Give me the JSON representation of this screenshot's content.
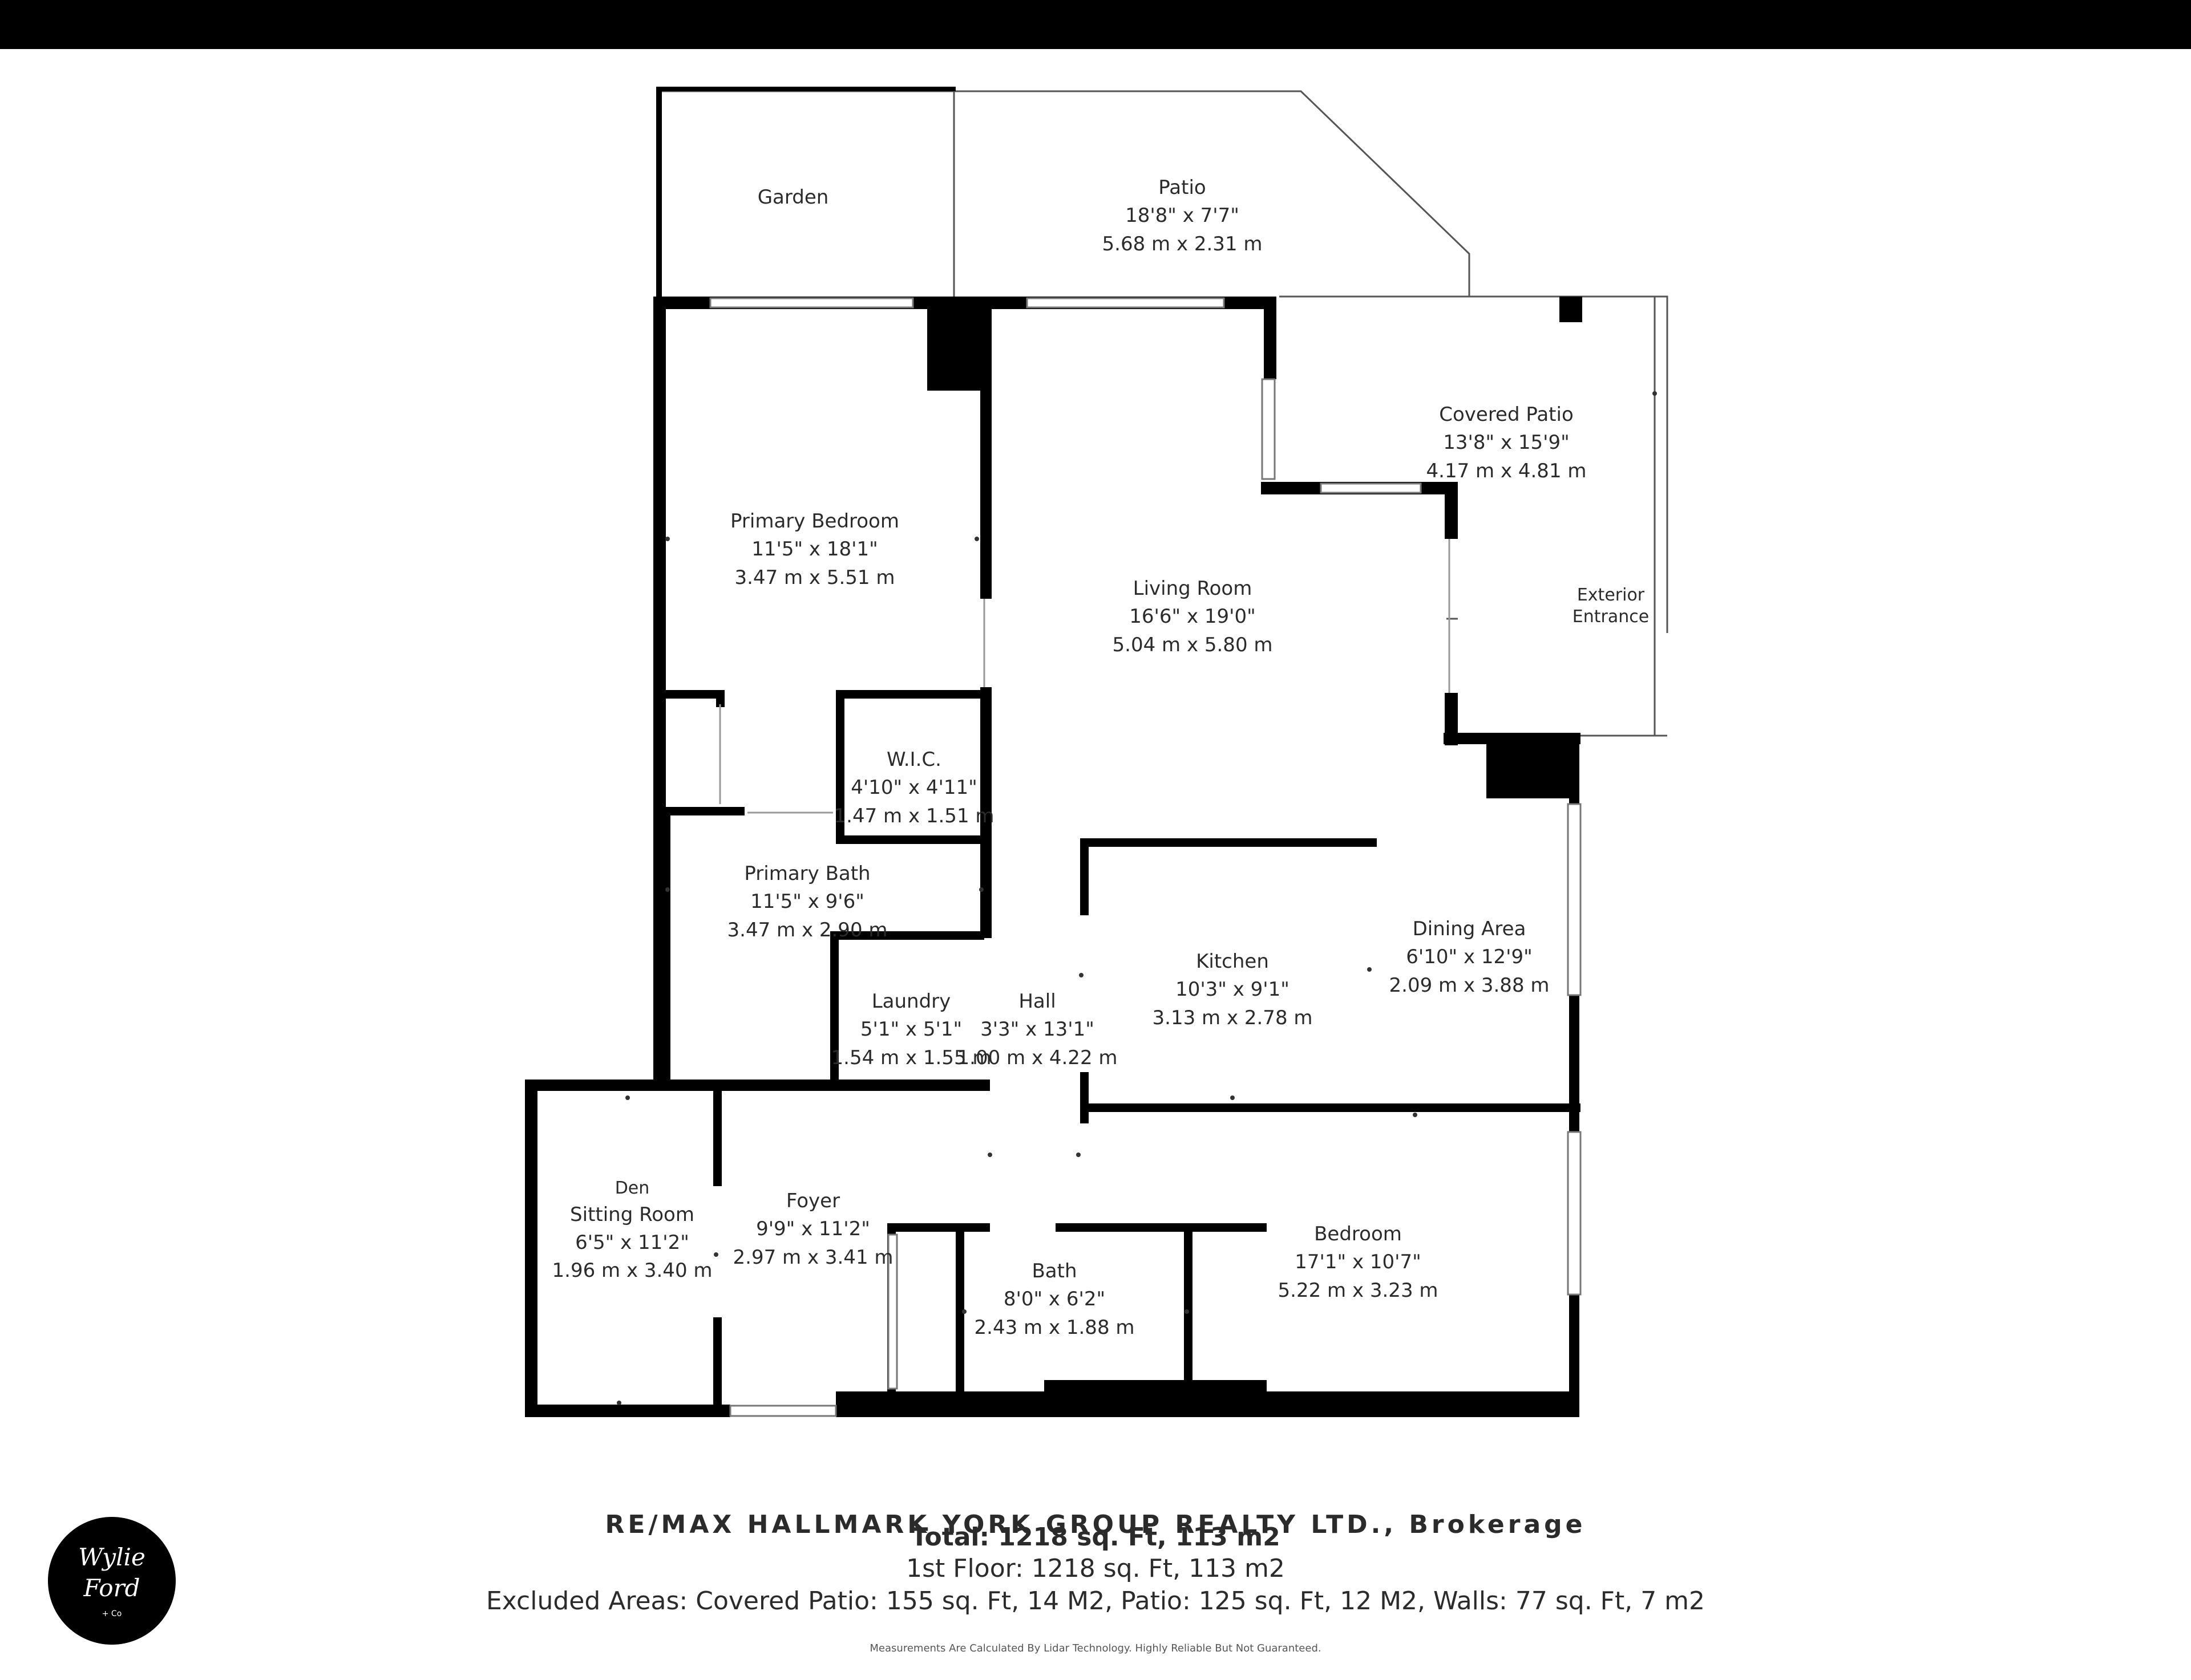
{
  "rooms": {
    "garden": {
      "name": "Garden"
    },
    "patio": {
      "name": "Patio",
      "imperial": "18'8\" x 7'7\"",
      "metric": "5.68 m x 2.31 m"
    },
    "covered_patio": {
      "name": "Covered Patio",
      "imperial": "13'8\" x 15'9\"",
      "metric": "4.17 m x 4.81 m"
    },
    "exterior_entrance": {
      "line1": "Exterior",
      "line2": "Entrance"
    },
    "primary_bedroom": {
      "name": "Primary Bedroom",
      "imperial": "11'5\" x 18'1\"",
      "metric": "3.47 m x 5.51 m"
    },
    "living_room": {
      "name": "Living Room",
      "imperial": "16'6\" x 19'0\"",
      "metric": "5.04 m x 5.80 m"
    },
    "wic": {
      "name": "W.I.C.",
      "imperial": "4'10\" x 4'11\"",
      "metric": "1.47 m x 1.51 m"
    },
    "primary_bath": {
      "name": "Primary Bath",
      "imperial": "11'5\" x 9'6\"",
      "metric": "3.47 m x 2.90 m"
    },
    "laundry": {
      "name": "Laundry",
      "imperial": "5'1\" x 5'1\"",
      "metric": "1.54 m x 1.55 m"
    },
    "hall": {
      "name": "Hall",
      "imperial": "3'3\" x 13'1\"",
      "metric": "1.00 m x 4.22 m"
    },
    "kitchen": {
      "name": "Kitchen",
      "imperial": "10'3\" x 9'1\"",
      "metric": "3.13 m x 2.78 m"
    },
    "dining_area": {
      "name": "Dining Area",
      "imperial": "6'10\" x 12'9\"",
      "metric": "2.09 m x 3.88 m"
    },
    "den": {
      "line1": "Den",
      "name": "Sitting Room",
      "imperial": "6'5\" x 11'2\"",
      "metric": "1.96 m x 3.40 m"
    },
    "foyer": {
      "name": "Foyer",
      "imperial": "9'9\" x 11'2\"",
      "metric": "2.97 m x 3.41 m"
    },
    "bath": {
      "name": "Bath",
      "imperial": "8'0\" x 6'2\"",
      "metric": "2.43 m x 1.88 m"
    },
    "bedroom": {
      "name": "Bedroom",
      "imperial": "17'1\" x 10'7\"",
      "metric": "5.22 m x 3.23 m"
    }
  },
  "footer": {
    "watermark": "RE/MAX HALLMARK YORK GROUP REALTY LTD., Brokerage",
    "total": "Total: 1218 sq. Ft, 113 m2",
    "floor": "1st Floor: 1218 sq. Ft, 113 m2",
    "excluded": "Excluded Areas: Covered Patio: 155 sq. Ft, 14 M2, Patio: 125 sq. Ft, 12 M2, Walls: 77 sq. Ft, 7 m2",
    "disclaimer": "Measurements Are Calculated By Lidar Technology. Highly Reliable But Not Guaranteed."
  },
  "logo": {
    "line1": "Wylie",
    "line2": "Ford",
    "line3": "+ Co"
  },
  "colors": {
    "wall": "#000000",
    "thin_line": "#555555",
    "text": "#2b2b2b",
    "window": "#cfcfcf"
  }
}
